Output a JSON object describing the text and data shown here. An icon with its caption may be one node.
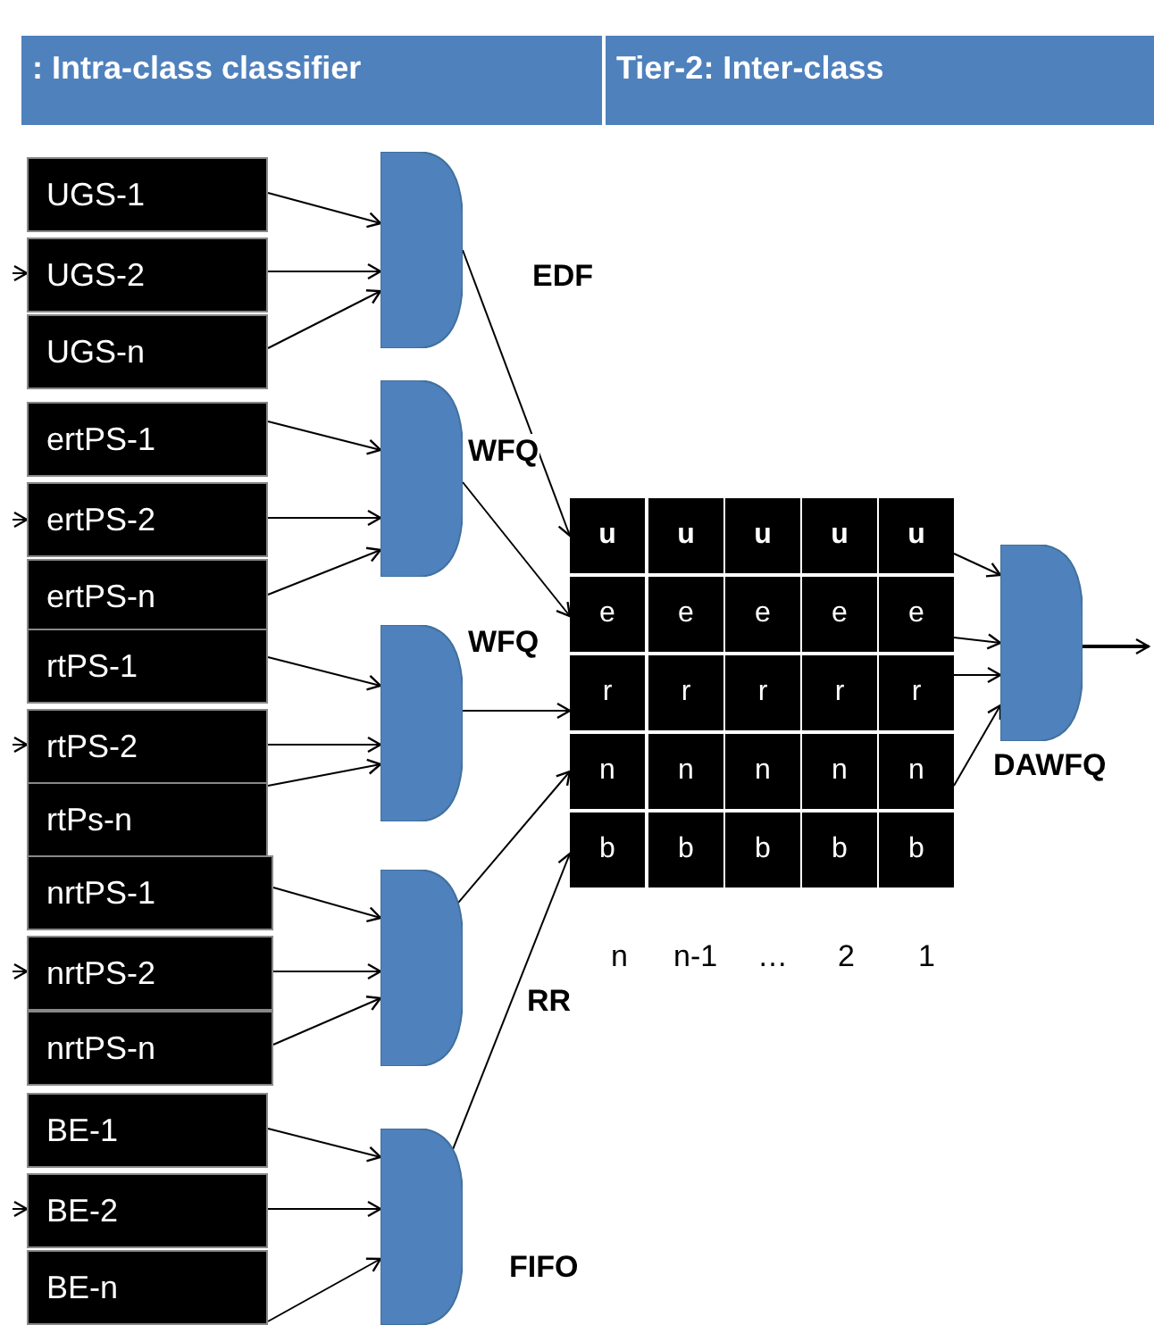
{
  "diagram": {
    "nodes": [
      {
        "text": [
          ": Intra-class classifier"
        ]
      },
      {
        "text": [
          "Tier-2: Inter-class"
        ]
      },
      {
        "text": [
          "UGS-1"
        ]
      },
      {
        "text": [
          "UGS-2"
        ]
      },
      {
        "text": [
          "UGS-n"
        ]
      },
      {
        "text": [
          "ertPS-1"
        ]
      },
      {
        "text": [
          "ertPS-2"
        ]
      },
      {
        "text": [
          "ertPS-n"
        ]
      },
      {
        "text": [
          "rtPS-1"
        ]
      },
      {
        "text": [
          "rtPS-2"
        ]
      },
      {
        "text": [
          "rtPs-n"
        ]
      },
      {
        "text": [
          "nrtPS-1"
        ]
      },
      {
        "text": [
          "nrtPS-2"
        ]
      },
      {
        "text": [
          "nrtPS-n"
        ]
      },
      {
        "text": [
          "BE-1"
        ]
      },
      {
        "text": [
          "BE-2"
        ]
      },
      {
        "text": [
          "BE-n"
        ]
      },
      {
        "text": [],
        "shape": "gate",
        "beside": [
          "EDF"
        ]
      },
      {
        "text": [],
        "shape": "gate",
        "beside": [
          "WFQ"
        ]
      },
      {
        "text": [],
        "shape": "gate",
        "beside": [
          "WFQ"
        ]
      },
      {
        "text": [],
        "shape": "gate",
        "beside": [
          "RR"
        ]
      },
      {
        "text": [],
        "shape": "gate",
        "beside": [
          "FIFO"
        ]
      },
      {
        "text": [
          "u"
        ]
      },
      {
        "text": [
          "u"
        ]
      },
      {
        "text": [
          "u"
        ]
      },
      {
        "text": [
          "u"
        ]
      },
      {
        "text": [
          "u"
        ]
      },
      {
        "text": [
          "e"
        ]
      },
      {
        "text": [
          "e"
        ]
      },
      {
        "text": [
          "e"
        ]
      },
      {
        "text": [
          "e"
        ]
      },
      {
        "text": [
          "e"
        ]
      },
      {
        "text": [
          "r"
        ]
      },
      {
        "text": [
          "r"
        ]
      },
      {
        "text": [
          "r"
        ]
      },
      {
        "text": [
          "r"
        ]
      },
      {
        "text": [
          "r"
        ]
      },
      {
        "text": [
          "n"
        ]
      },
      {
        "text": [
          "n"
        ]
      },
      {
        "text": [
          "n"
        ]
      },
      {
        "text": [
          "n"
        ]
      },
      {
        "text": [
          "n"
        ]
      },
      {
        "text": [
          "b"
        ]
      },
      {
        "text": [
          "b"
        ]
      },
      {
        "text": [
          "b"
        ]
      },
      {
        "text": [
          "b"
        ]
      },
      {
        "text": [
          "b"
        ]
      },
      {
        "text": [],
        "shape": "gate",
        "beside": [
          "DAWFQ"
        ]
      }
    ],
    "edges": [
      {
        "from": null,
        "to": 3,
        "arrow": "to"
      },
      {
        "from": null,
        "to": 6,
        "arrow": "to"
      },
      {
        "from": null,
        "to": 9,
        "arrow": "to"
      },
      {
        "from": null,
        "to": 12,
        "arrow": "to"
      },
      {
        "from": null,
        "to": 15,
        "arrow": "to"
      },
      {
        "from": 2,
        "to": 17,
        "arrow": "to"
      },
      {
        "from": 3,
        "to": 17,
        "arrow": "to"
      },
      {
        "from": 4,
        "to": 17,
        "arrow": "to"
      },
      {
        "from": 5,
        "to": 18,
        "arrow": "to"
      },
      {
        "from": 6,
        "to": 18,
        "arrow": "to"
      },
      {
        "from": 7,
        "to": 18,
        "arrow": "to"
      },
      {
        "from": 8,
        "to": 19,
        "arrow": "to"
      },
      {
        "from": 9,
        "to": 19,
        "arrow": "to"
      },
      {
        "from": 10,
        "to": 19,
        "arrow": "to"
      },
      {
        "from": 11,
        "to": 20,
        "arrow": "to"
      },
      {
        "from": 12,
        "to": 20,
        "arrow": "to"
      },
      {
        "from": 13,
        "to": 20,
        "arrow": "to"
      },
      {
        "from": 14,
        "to": 21,
        "arrow": "to"
      },
      {
        "from": 15,
        "to": 21,
        "arrow": "to"
      },
      {
        "from": 16,
        "to": 21,
        "arrow": "to"
      },
      {
        "from": 17,
        "to": 22,
        "arrow": "to"
      },
      {
        "from": 18,
        "to": 27,
        "arrow": "to"
      },
      {
        "from": 19,
        "to": 32,
        "arrow": "to"
      },
      {
        "from": 20,
        "to": 37,
        "arrow": "to"
      },
      {
        "from": 21,
        "to": 42,
        "arrow": "to"
      },
      {
        "from": 26,
        "to": 47,
        "arrow": "to"
      },
      {
        "from": 31,
        "to": 47,
        "arrow": "to"
      },
      {
        "from": 36,
        "to": 47,
        "arrow": "to"
      },
      {
        "from": 41,
        "to": 47,
        "arrow": "to"
      },
      {
        "from": 47,
        "to": null,
        "arrow": "to"
      }
    ],
    "labels": [
      "n",
      "n-1",
      "…",
      "2",
      "1"
    ]
  }
}
